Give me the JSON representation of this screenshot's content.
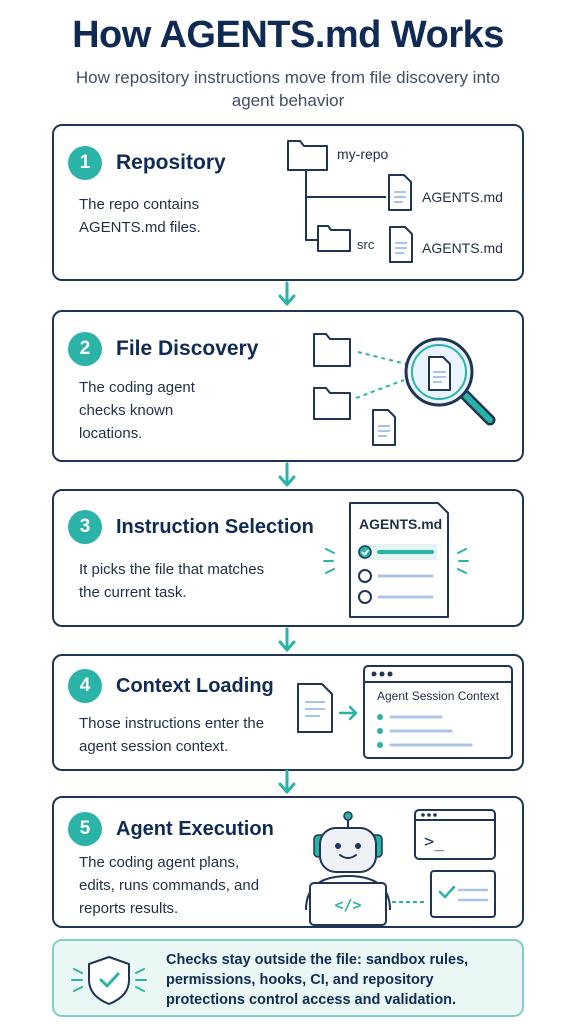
{
  "header": {
    "title": "How AGENTS.md Works",
    "subtitle": "How repository instructions move from file discovery into agent behavior"
  },
  "colors": {
    "accent": "#2bb3a7",
    "navy": "#0f2b55",
    "line": "#1f3556",
    "blueLine": "#a9c4ea"
  },
  "steps": [
    {
      "number": "1",
      "title": "Repository",
      "description": "The repo contains AGENTS.md files.",
      "tree": {
        "root": "my-repo",
        "file_a": "AGENTS.md",
        "folder": "src",
        "file_b": "AGENTS.md"
      }
    },
    {
      "number": "2",
      "title": "File Discovery",
      "description": "The coding agent checks known locations."
    },
    {
      "number": "3",
      "title": "Instruction Selection",
      "description": "It picks the file that matches the current task.",
      "doc_label": "AGENTS.md"
    },
    {
      "number": "4",
      "title": "Context Loading",
      "description": "Those instructions enter the agent session context.",
      "window_label": "Agent Session Context"
    },
    {
      "number": "5",
      "title": "Agent Execution",
      "description": "The coding agent plans, edits, runs commands, and reports results.",
      "terminal_prompt": ">_",
      "code_glyph": "</>"
    }
  ],
  "note": {
    "text": "Checks stay outside the file: sandbox rules, permissions, hooks, CI, and repository protections control access and validation."
  }
}
